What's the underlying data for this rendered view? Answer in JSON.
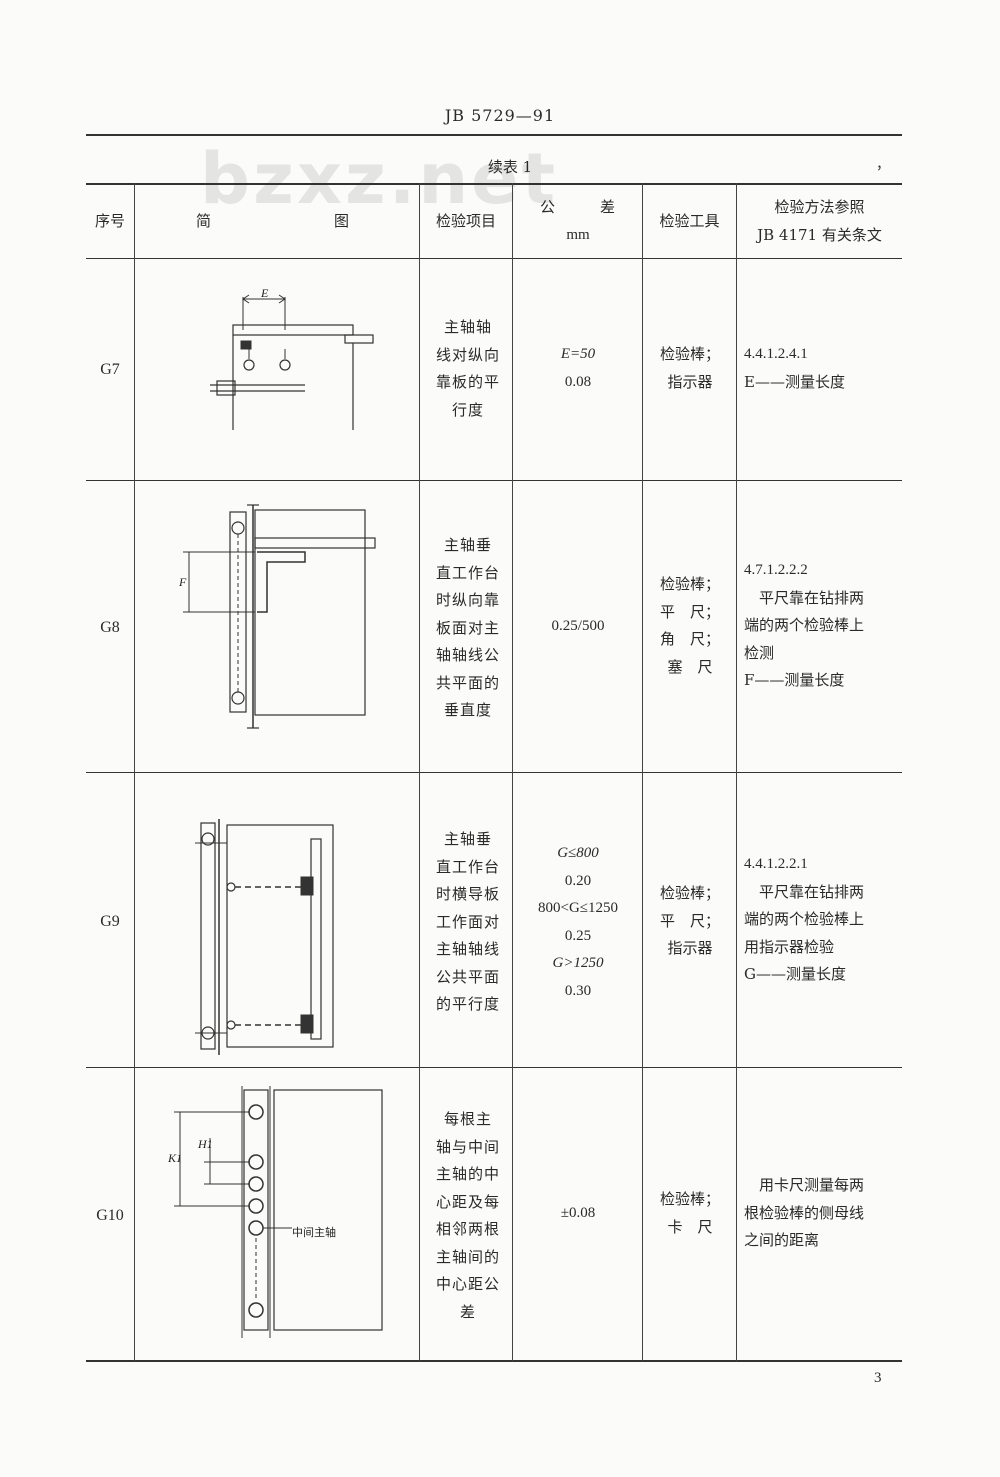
{
  "header": {
    "doc_code": "JB 5729—91",
    "watermark": "bzxz.net",
    "continued": "续表 1",
    "mark": "，"
  },
  "columns": {
    "seq": "序号",
    "diagram": [
      "简",
      "图"
    ],
    "item": "检验项目",
    "tol_top": [
      "公",
      "差"
    ],
    "tol_unit": "mm",
    "tools": "检验工具",
    "method": [
      "检验方法参照",
      "JB 4171 有关条文"
    ]
  },
  "rows": [
    {
      "id": "G7",
      "item": [
        "主轴轴",
        "线对纵向",
        "靠板的平",
        "行度"
      ],
      "tolerance": [
        "E=50",
        "0.08"
      ],
      "tools": [
        "检验棒；",
        "指示器"
      ],
      "method": [
        "4.4.1.2.4.1",
        "E——测量长度"
      ],
      "diagram_labels": [
        "E"
      ]
    },
    {
      "id": "G8",
      "item": [
        "主轴垂",
        "直工作台",
        "时纵向靠",
        "板面对主",
        "轴轴线公",
        "共平面的",
        "垂直度"
      ],
      "tolerance": [
        "0.25/500"
      ],
      "tools": [
        "检验棒；",
        "平　尺；",
        "角　尺；",
        "塞　尺"
      ],
      "method": [
        "4.7.1.2.2.2",
        "　平尺靠在钻排两",
        "端的两个检验棒上",
        "检测",
        "F——测量长度"
      ],
      "diagram_labels": [
        "F"
      ]
    },
    {
      "id": "G9",
      "item": [
        "主轴垂",
        "直工作台",
        "时横导板",
        "工作面对",
        "主轴轴线",
        "公共平面",
        "的平行度"
      ],
      "tolerance": [
        "G≤800",
        "0.20",
        "800<G≤1250",
        "0.25",
        "G>1250",
        "0.30"
      ],
      "tools": [
        "检验棒；",
        "平　尺；",
        "指示器"
      ],
      "method": [
        "4.4.1.2.2.1",
        "　平尺靠在钻排两",
        "端的两个检验棒上",
        "用指示器检验",
        "G——测量长度"
      ]
    },
    {
      "id": "G10",
      "item": [
        "每根主",
        "轴与中间",
        "主轴的中",
        "心距及每",
        "相邻两根",
        "主轴间的",
        "中心距公",
        "差"
      ],
      "tolerance": [
        "±0.08"
      ],
      "tools": [
        "检验棒；",
        "卡　尺"
      ],
      "method": [
        "　用卡尺测量每两",
        "根检验棒的侧母线",
        "之间的距离"
      ],
      "diagram_labels": [
        "K1",
        "H1",
        "中间主轴"
      ]
    }
  ],
  "page_number": "3"
}
